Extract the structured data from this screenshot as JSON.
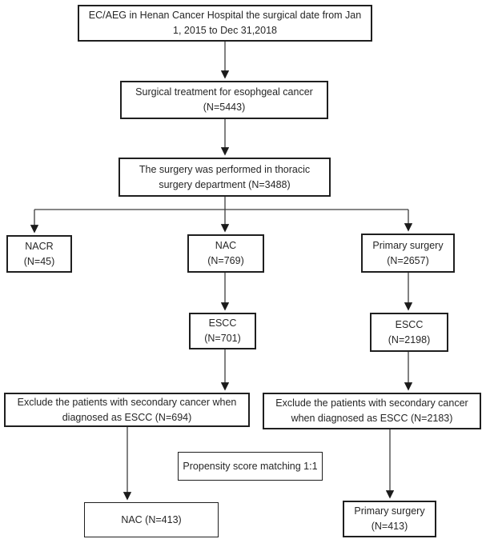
{
  "figure": {
    "type": "flowchart",
    "description": "Patient selection flow diagram",
    "nodes": {
      "cohort": {
        "line1": "EC/AEG in Henan Cancer Hospital the surgical date from Jan",
        "line2": "1, 2015 to Dec 31,2018"
      },
      "surgical_treatment": {
        "line1": "Surgical treatment for esophgeal cancer",
        "line2": "(N=5443)"
      },
      "thoracic_department": {
        "line1": "The surgery was performed in thoracic",
        "line2": "surgery department (N=3488)"
      },
      "nacr": {
        "line1": "NACR",
        "line2": "(N=45)"
      },
      "nac": {
        "line1": "NAC",
        "line2": "(N=769)"
      },
      "primary_surgery": {
        "line1": "Primary surgery",
        "line2": "(N=2657)"
      },
      "escc_nac": {
        "line1": "ESCC",
        "line2": "(N=701)"
      },
      "escc_primary": {
        "line1": "ESCC",
        "line2": "(N=2198)"
      },
      "exclude_nac": {
        "line1": "Exclude the patients with secondary cancer when",
        "line2": "diagnosed as ESCC (N=694)"
      },
      "exclude_primary": {
        "line1": "Exclude the patients with secondary cancer",
        "line2": "when diagnosed as ESCC (N=2183)"
      },
      "psm": {
        "line1": "Propensity score matching 1:1"
      },
      "nac_matched": {
        "line1": "NAC (N=413)"
      },
      "primary_matched": {
        "line1": "Primary surgery",
        "line2": "(N=413)"
      }
    },
    "colors": {
      "box_border": "#1f1f1f",
      "text": "#262626",
      "line": "#3d3d3d",
      "background": "#ffffff"
    }
  }
}
